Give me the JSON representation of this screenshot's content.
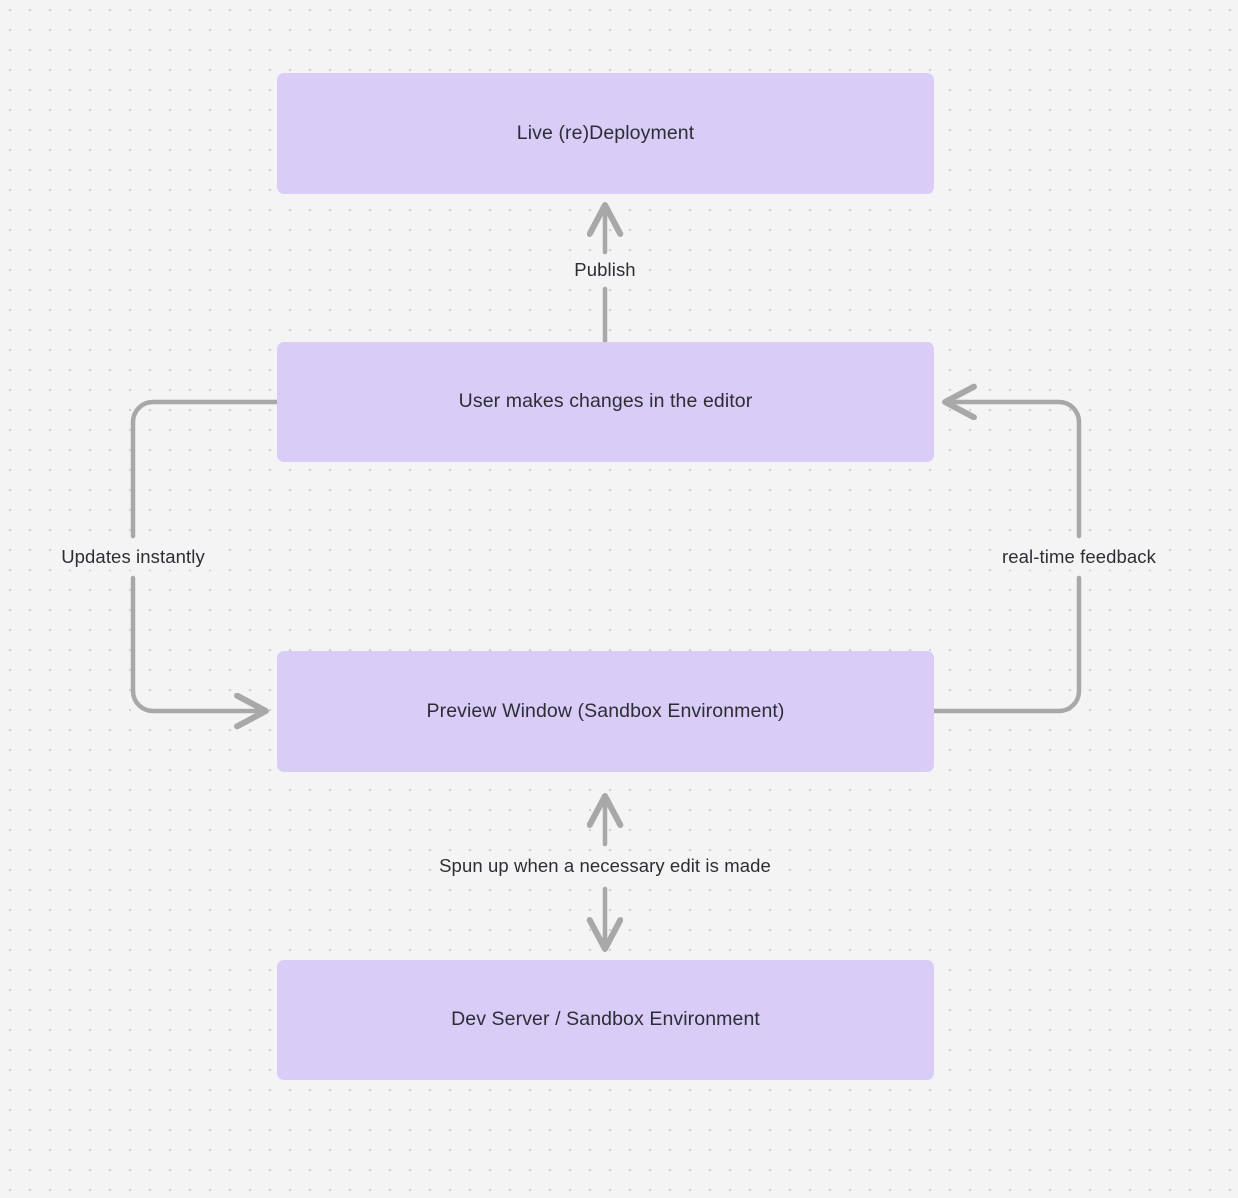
{
  "diagram": {
    "type": "flowchart",
    "background_color": "#f4f4f4",
    "grid_dot_color": "#cfcfcf",
    "node_fill_color": "#d9cdf8",
    "node_text_color": "#2d2d36",
    "edge_stroke_color": "#a8a8a8",
    "nodes": [
      {
        "id": "live-deployment",
        "label": "Live (re)Deployment"
      },
      {
        "id": "user-changes",
        "label": "User makes changes in the editor"
      },
      {
        "id": "preview-window",
        "label": "Preview Window (Sandbox Environment)"
      },
      {
        "id": "dev-server",
        "label": "Dev Server / Sandbox Environment"
      }
    ],
    "edges": [
      {
        "id": "publish",
        "from": "user-changes",
        "to": "live-deployment",
        "label": "Publish",
        "direction": "up"
      },
      {
        "id": "updates",
        "from": "user-changes",
        "to": "preview-window",
        "label": "Updates instantly",
        "direction": "left-loop-down"
      },
      {
        "id": "realtime",
        "from": "preview-window",
        "to": "user-changes",
        "label": "real-time feedback",
        "direction": "right-loop-up"
      },
      {
        "id": "spun-up",
        "from": "preview-window",
        "to": "dev-server",
        "label": "Spun up when a necessary edit is made",
        "direction": "bidirectional"
      }
    ]
  }
}
